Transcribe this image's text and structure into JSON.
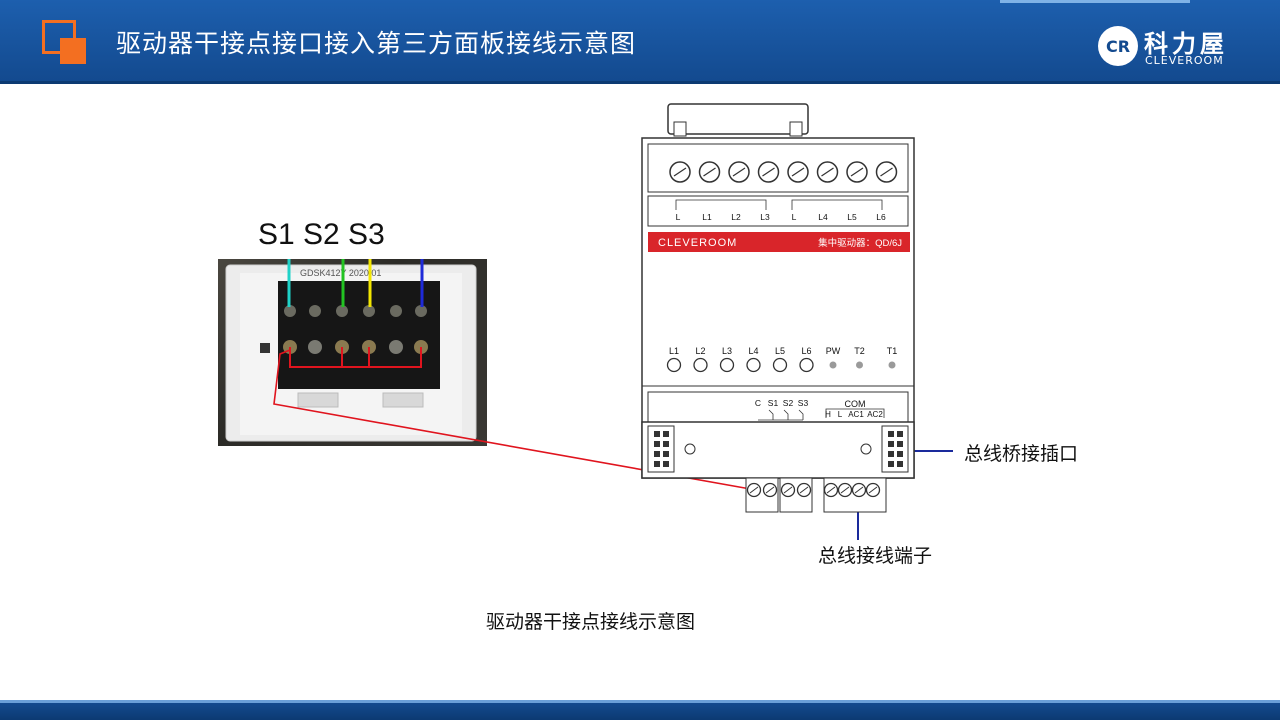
{
  "header": {
    "title": "驱动器干接点接口接入第三方面板接线示意图",
    "brand_cn": "科力屋",
    "brand_en": "CLEVEROOM",
    "brand_badge": "CR"
  },
  "panel": {
    "switch_labels": "S1 S2 S3",
    "imprint": "GDSK412Y 2020/01"
  },
  "device": {
    "brand": "CLEVEROOM",
    "model": "集中驱动器：QD/6J",
    "top_terminals": [
      "L",
      "L1",
      "L2",
      "L3",
      "L",
      "L4",
      "L5",
      "L6"
    ],
    "indicators": [
      "L1",
      "L2",
      "L3",
      "L4",
      "L5",
      "L6",
      "PW",
      "T2",
      "T1"
    ],
    "bottom_left_labels": [
      "C",
      "S1",
      "S2",
      "S3"
    ],
    "com_label": "COM",
    "bottom_right_labels": [
      "H",
      "L",
      "AC1",
      "AC2"
    ]
  },
  "callouts": {
    "bus_bridge": "总线桥接插口",
    "bus_terminal": "总线接线端子"
  },
  "caption": "驱动器干接点接线示意图",
  "colors": {
    "header_blue": "#134a8f",
    "accent_orange": "#f36f21",
    "device_red": "#d9252a",
    "wire_red": "#e0141e",
    "wire_cyan": "#1fd2c8",
    "wire_green": "#22c322",
    "wire_yellow": "#f2e600",
    "wire_blue": "#1e2ad8",
    "callout_blue": "#1a2a9c"
  }
}
